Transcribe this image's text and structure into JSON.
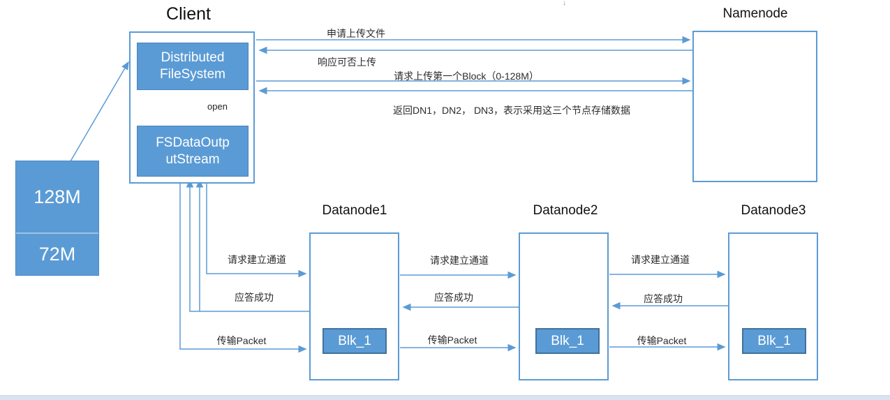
{
  "colors": {
    "primary": "#5B9BD5",
    "primary_dark": "#41719C",
    "white": "#ffffff"
  },
  "client": {
    "title": "Client",
    "dfs_label": "Distributed\nFileSystem",
    "open_label": "open",
    "stream_label": "FSDataOutp\nutStream"
  },
  "storage": {
    "top": "128M",
    "bottom": "72M"
  },
  "namenode": {
    "title": "Namenode"
  },
  "datanodes": [
    {
      "title": "Datanode1",
      "block": "Blk_1"
    },
    {
      "title": "Datanode2",
      "block": "Blk_1"
    },
    {
      "title": "Datanode3",
      "block": "Blk_1"
    }
  ],
  "namenode_messages": {
    "request_upload": "申请上传文件",
    "response_upload": "响应可否上传",
    "request_block": "请求上传第一个Block（0-128M）",
    "return_nodes": "返回DN1，DN2， DN3，表示采用这三个节点存储数据"
  },
  "pipeline_messages": {
    "c_dn1": {
      "request": "请求建立通道",
      "ack": "应答成功",
      "packet": "传输Packet"
    },
    "dn1_dn2": {
      "request": "请求建立通道",
      "ack": "应答成功",
      "packet": "传输Packet"
    },
    "dn2_dn3": {
      "request": "请求建立通道",
      "ack": "应答成功",
      "packet": "传输Packet"
    }
  },
  "artifact": {
    "glyph": "↓"
  }
}
